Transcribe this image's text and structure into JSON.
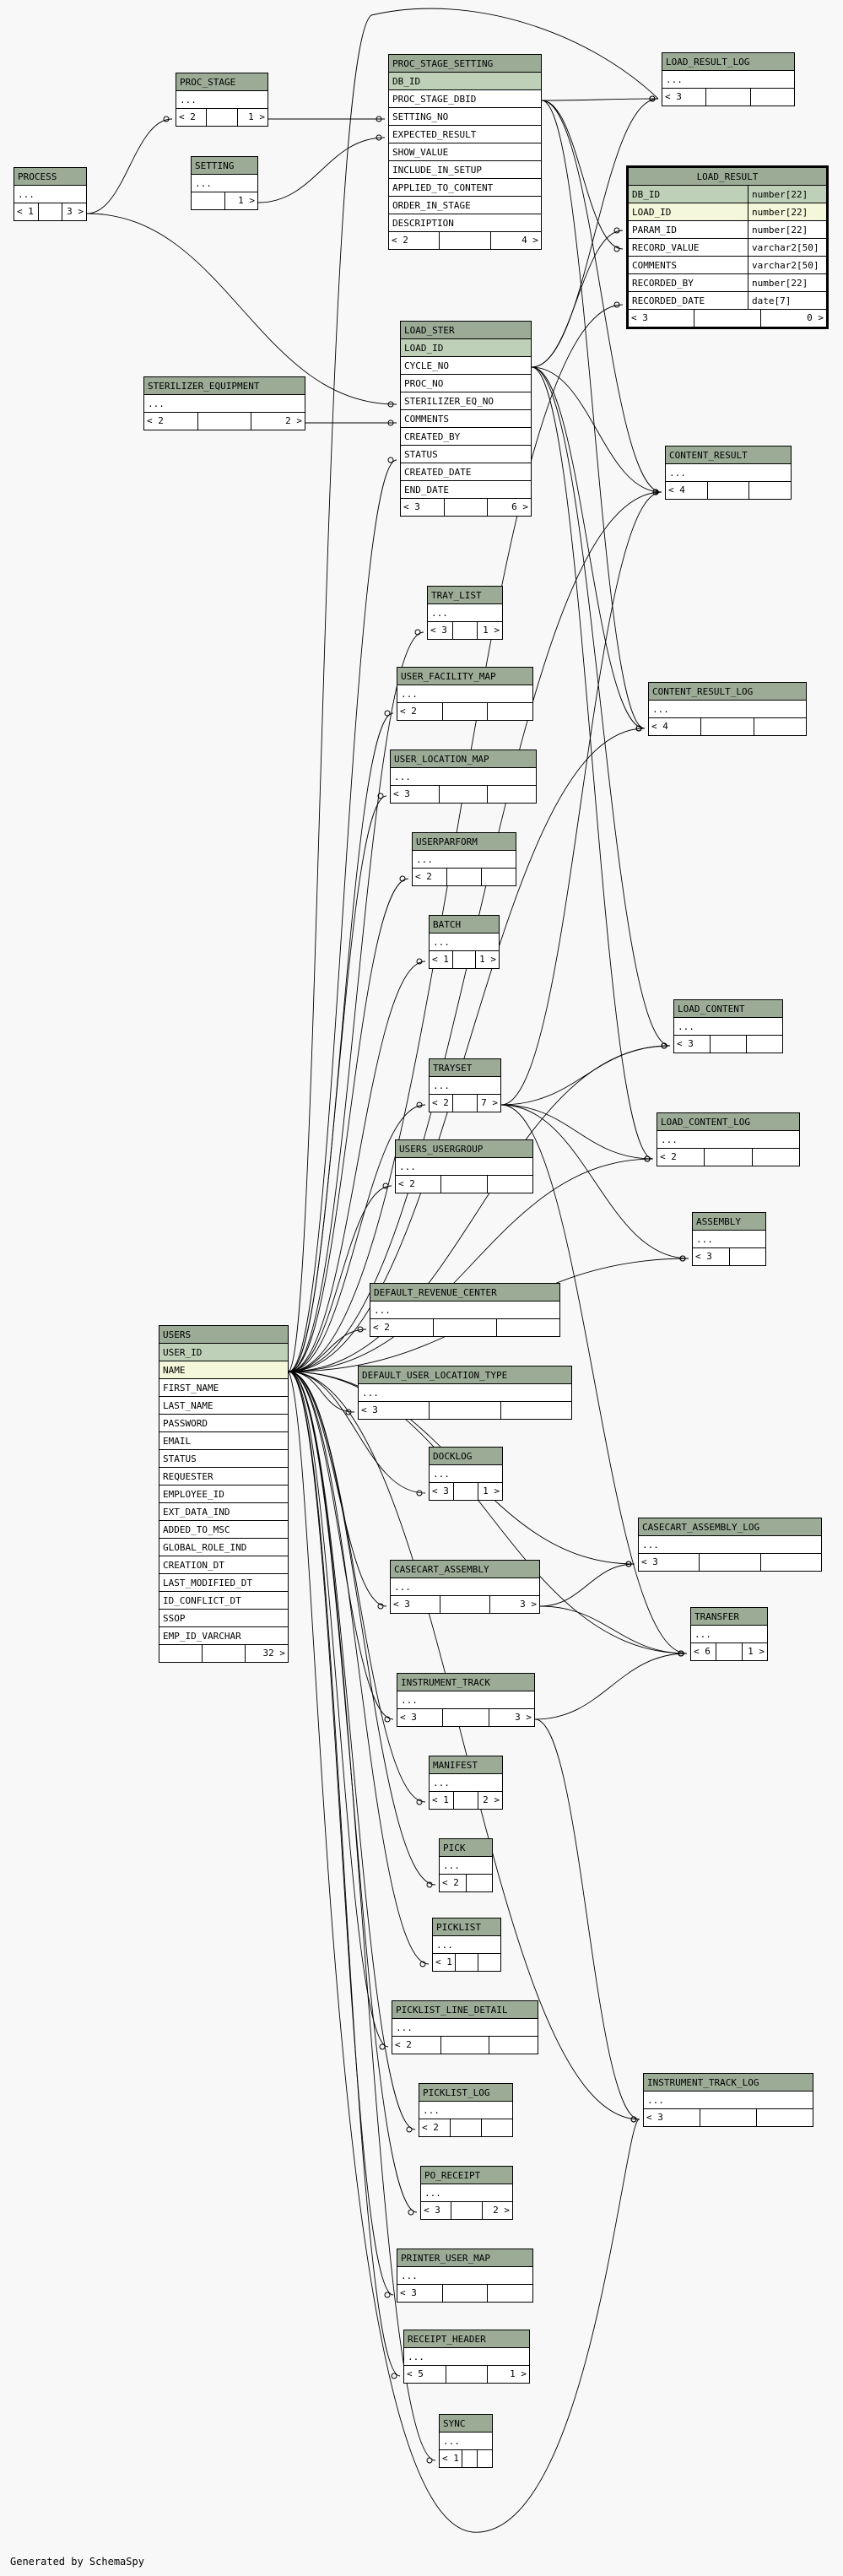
{
  "footer": "Generated by SchemaSpy",
  "colors": {
    "header": "#9bab96",
    "primary_key": "#bed1b8",
    "foreign_key": "#f4f7da",
    "background": "#f8f8f8"
  },
  "tables": [
    {
      "id": "load_result",
      "name": "LOAD_RESULT",
      "focus": true,
      "columns": [
        {
          "name": "DB_ID",
          "type": "number[22]",
          "key": "pk"
        },
        {
          "name": "LOAD_ID",
          "type": "number[22]",
          "key": "fk"
        },
        {
          "name": "PARAM_ID",
          "type": "number[22]"
        },
        {
          "name": "RECORD_VALUE",
          "type": "varchar2[50]"
        },
        {
          "name": "COMMENTS",
          "type": "varchar2[50]"
        },
        {
          "name": "RECORDED_BY",
          "type": "number[22]"
        },
        {
          "name": "RECORDED_DATE",
          "type": "date[7]"
        }
      ],
      "stats": [
        "< 3",
        "",
        "0 >"
      ]
    },
    {
      "id": "process",
      "name": "PROCESS",
      "columns": [
        {
          "name": "..."
        }
      ],
      "stats": [
        "< 1",
        "",
        "3 >"
      ]
    },
    {
      "id": "proc_stage",
      "name": "PROC_STAGE",
      "columns": [
        {
          "name": "..."
        }
      ],
      "stats": [
        "< 2",
        "",
        "1 >"
      ]
    },
    {
      "id": "setting",
      "name": "SETTING",
      "columns": [
        {
          "name": "..."
        }
      ],
      "stats": [
        "",
        "1 >"
      ]
    },
    {
      "id": "proc_stage_setting",
      "name": "PROC_STAGE_SETTING",
      "columns": [
        {
          "name": "DB_ID",
          "key": "pk"
        },
        {
          "name": "PROC_STAGE_DBID"
        },
        {
          "name": "SETTING_NO"
        },
        {
          "name": "EXPECTED_RESULT"
        },
        {
          "name": "SHOW_VALUE"
        },
        {
          "name": "INCLUDE_IN_SETUP"
        },
        {
          "name": "APPLIED_TO_CONTENT"
        },
        {
          "name": "ORDER_IN_STAGE"
        },
        {
          "name": "DESCRIPTION"
        }
      ],
      "stats": [
        "< 2",
        "",
        "4 >"
      ]
    },
    {
      "id": "load_result_log",
      "name": "LOAD_RESULT_LOG",
      "columns": [
        {
          "name": "..."
        }
      ],
      "stats": [
        "< 3",
        "",
        ""
      ]
    },
    {
      "id": "sterilizer_equipment",
      "name": "STERILIZER_EQUIPMENT",
      "columns": [
        {
          "name": "..."
        }
      ],
      "stats": [
        "< 2",
        "",
        "2 >"
      ]
    },
    {
      "id": "load_ster",
      "name": "LOAD_STER",
      "columns": [
        {
          "name": "LOAD_ID",
          "key": "pk"
        },
        {
          "name": "CYCLE_NO"
        },
        {
          "name": "PROC_NO"
        },
        {
          "name": "STERILIZER_EQ_NO"
        },
        {
          "name": "COMMENTS"
        },
        {
          "name": "CREATED_BY"
        },
        {
          "name": "STATUS"
        },
        {
          "name": "CREATED_DATE"
        },
        {
          "name": "END_DATE"
        }
      ],
      "stats": [
        "< 3",
        "",
        "6 >"
      ]
    },
    {
      "id": "content_result",
      "name": "CONTENT_RESULT",
      "columns": [
        {
          "name": "..."
        }
      ],
      "stats": [
        "< 4",
        "",
        ""
      ]
    },
    {
      "id": "tray_list",
      "name": "TRAY_LIST",
      "columns": [
        {
          "name": "..."
        }
      ],
      "stats": [
        "< 3",
        "",
        "1 >"
      ]
    },
    {
      "id": "user_facility_map",
      "name": "USER_FACILITY_MAP",
      "columns": [
        {
          "name": "..."
        }
      ],
      "stats": [
        "< 2",
        "",
        ""
      ]
    },
    {
      "id": "content_result_log",
      "name": "CONTENT_RESULT_LOG",
      "columns": [
        {
          "name": "..."
        }
      ],
      "stats": [
        "< 4",
        "",
        ""
      ]
    },
    {
      "id": "user_location_map",
      "name": "USER_LOCATION_MAP",
      "columns": [
        {
          "name": "..."
        }
      ],
      "stats": [
        "< 3",
        "",
        ""
      ]
    },
    {
      "id": "userparform",
      "name": "USERPARFORM",
      "columns": [
        {
          "name": "..."
        }
      ],
      "stats": [
        "< 2",
        "",
        ""
      ]
    },
    {
      "id": "batch",
      "name": "BATCH",
      "columns": [
        {
          "name": "..."
        }
      ],
      "stats": [
        "< 1",
        "",
        "1 >"
      ]
    },
    {
      "id": "load_content",
      "name": "LOAD_CONTENT",
      "columns": [
        {
          "name": "..."
        }
      ],
      "stats": [
        "< 3",
        "",
        ""
      ]
    },
    {
      "id": "trayset",
      "name": "TRAYSET",
      "columns": [
        {
          "name": "..."
        }
      ],
      "stats": [
        "< 2",
        "",
        "7 >"
      ]
    },
    {
      "id": "load_content_log",
      "name": "LOAD_CONTENT_LOG",
      "columns": [
        {
          "name": "..."
        }
      ],
      "stats": [
        "< 2",
        "",
        ""
      ]
    },
    {
      "id": "users_usergroup",
      "name": "USERS_USERGROUP",
      "columns": [
        {
          "name": "..."
        }
      ],
      "stats": [
        "< 2",
        "",
        ""
      ]
    },
    {
      "id": "assembly",
      "name": "ASSEMBLY",
      "columns": [
        {
          "name": "..."
        }
      ],
      "stats": [
        "< 3",
        ""
      ]
    },
    {
      "id": "default_revenue_center",
      "name": "DEFAULT_REVENUE_CENTER",
      "columns": [
        {
          "name": "..."
        }
      ],
      "stats": [
        "< 2",
        "",
        ""
      ]
    },
    {
      "id": "users",
      "name": "USERS",
      "columns": [
        {
          "name": "USER_ID",
          "key": "pk"
        },
        {
          "name": "NAME",
          "key": "fk"
        },
        {
          "name": "FIRST_NAME"
        },
        {
          "name": "LAST_NAME"
        },
        {
          "name": "PASSWORD"
        },
        {
          "name": "EMAIL"
        },
        {
          "name": "STATUS"
        },
        {
          "name": "REQUESTER"
        },
        {
          "name": "EMPLOYEE_ID"
        },
        {
          "name": "EXT_DATA_IND"
        },
        {
          "name": "ADDED_TO_MSC"
        },
        {
          "name": "GLOBAL_ROLE_IND"
        },
        {
          "name": "CREATION_DT"
        },
        {
          "name": "LAST_MODIFIED_DT"
        },
        {
          "name": "ID_CONFLICT_DT"
        },
        {
          "name": "SSOP"
        },
        {
          "name": "EMP_ID_VARCHAR"
        }
      ],
      "stats": [
        "",
        "",
        "32 >"
      ]
    },
    {
      "id": "default_user_location_type",
      "name": "DEFAULT_USER_LOCATION_TYPE",
      "columns": [
        {
          "name": "..."
        }
      ],
      "stats": [
        "< 3",
        "",
        ""
      ]
    },
    {
      "id": "docklog",
      "name": "DOCKLOG",
      "columns": [
        {
          "name": "..."
        }
      ],
      "stats": [
        "< 3",
        "",
        "1 >"
      ]
    },
    {
      "id": "casecart_assembly_log",
      "name": "CASECART_ASSEMBLY_LOG",
      "columns": [
        {
          "name": "..."
        }
      ],
      "stats": [
        "< 3",
        "",
        ""
      ]
    },
    {
      "id": "casecart_assembly",
      "name": "CASECART_ASSEMBLY",
      "columns": [
        {
          "name": "..."
        }
      ],
      "stats": [
        "< 3",
        "",
        "3 >"
      ]
    },
    {
      "id": "transfer",
      "name": "TRANSFER",
      "columns": [
        {
          "name": "..."
        }
      ],
      "stats": [
        "< 6",
        "",
        "1 >"
      ]
    },
    {
      "id": "instrument_track",
      "name": "INSTRUMENT_TRACK",
      "columns": [
        {
          "name": "..."
        }
      ],
      "stats": [
        "< 3",
        "",
        "3 >"
      ]
    },
    {
      "id": "manifest",
      "name": "MANIFEST",
      "columns": [
        {
          "name": "..."
        }
      ],
      "stats": [
        "< 1",
        "",
        "2 >"
      ]
    },
    {
      "id": "pick",
      "name": "PICK",
      "columns": [
        {
          "name": "..."
        }
      ],
      "stats": [
        "< 2",
        ""
      ]
    },
    {
      "id": "picklist",
      "name": "PICKLIST",
      "columns": [
        {
          "name": "..."
        }
      ],
      "stats": [
        "< 1",
        "",
        ""
      ]
    },
    {
      "id": "picklist_line_detail",
      "name": "PICKLIST_LINE_DETAIL",
      "columns": [
        {
          "name": "..."
        }
      ],
      "stats": [
        "< 2",
        "",
        ""
      ]
    },
    {
      "id": "instrument_track_log",
      "name": "INSTRUMENT_TRACK_LOG",
      "columns": [
        {
          "name": "..."
        }
      ],
      "stats": [
        "< 3",
        "",
        ""
      ]
    },
    {
      "id": "picklist_log",
      "name": "PICKLIST_LOG",
      "columns": [
        {
          "name": "..."
        }
      ],
      "stats": [
        "< 2",
        "",
        ""
      ]
    },
    {
      "id": "po_receipt",
      "name": "PO_RECEIPT",
      "columns": [
        {
          "name": "..."
        }
      ],
      "stats": [
        "< 3",
        "",
        "2 >"
      ]
    },
    {
      "id": "printer_user_map",
      "name": "PRINTER_USER_MAP",
      "columns": [
        {
          "name": "..."
        }
      ],
      "stats": [
        "< 3",
        "",
        ""
      ]
    },
    {
      "id": "receipt_header",
      "name": "RECEIPT_HEADER",
      "columns": [
        {
          "name": "..."
        }
      ],
      "stats": [
        "< 5",
        "",
        "1 >"
      ]
    },
    {
      "id": "sync",
      "name": "SYNC",
      "columns": [
        {
          "name": "..."
        }
      ],
      "stats": [
        "< 1",
        "",
        ""
      ]
    }
  ]
}
